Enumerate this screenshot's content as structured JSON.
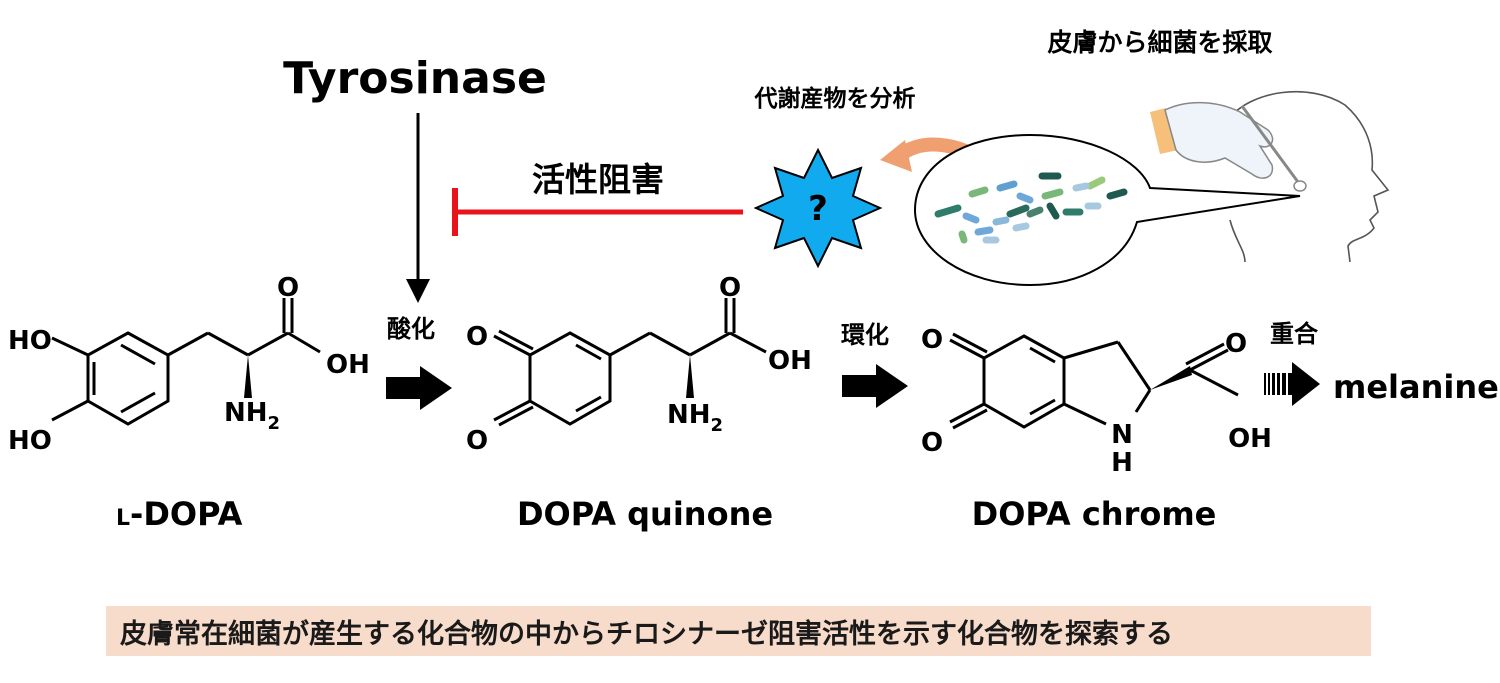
{
  "enzyme": {
    "name": "Tyrosinase"
  },
  "inhibition": {
    "label": "活性阻害"
  },
  "unknown_compound": {
    "symbol": "?"
  },
  "bacteria_panel": {
    "collect_label": "皮膚から細菌を採取",
    "analyze_label": "代謝産物を分析"
  },
  "pathway": {
    "steps": [
      {
        "name": "L-DOPA",
        "name_prefix": "L",
        "name_rest": "-DOPA"
      },
      {
        "name": "DOPA quinone"
      },
      {
        "name": "DOPA chrome"
      },
      {
        "name": "melanine"
      }
    ],
    "reactions": [
      "酸化",
      "環化",
      "重合"
    ]
  },
  "atoms": {
    "ho": "HO",
    "oh": "OH",
    "o": "O",
    "nh2_base": "NH",
    "nh2_sub": "2",
    "nh": "N",
    "h": "H"
  },
  "colors": {
    "inhibition_red": "#e8141c",
    "star_blue": "#11aaee",
    "arrow_orange": "#f0a070",
    "caption_bg": "#f8dccb"
  },
  "caption": "皮膚常在細菌が産生する化合物の中からチロシナーゼ阻害活性を示す化合物を探索する"
}
